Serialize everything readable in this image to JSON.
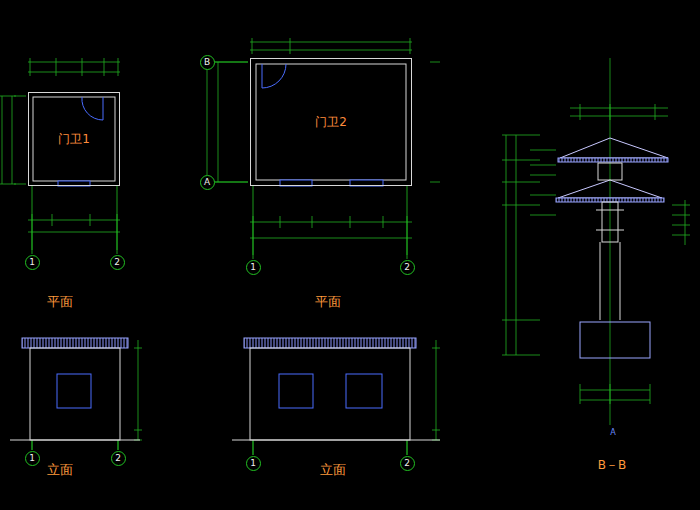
{
  "diagram": {
    "nodes": [
      {
        "text": [
          "门卫1"
        ]
      },
      {
        "text": [
          "1"
        ]
      },
      {
        "text": [
          "2"
        ]
      },
      {
        "text": [
          "门卫2"
        ]
      },
      {
        "text": [
          "B"
        ]
      },
      {
        "text": [
          "A"
        ]
      },
      {
        "text": [
          "1"
        ]
      },
      {
        "text": [
          "2"
        ]
      },
      {
        "text": [
          "1"
        ]
      },
      {
        "text": [
          "2"
        ]
      },
      {
        "text": [
          "1"
        ]
      },
      {
        "text": [
          "2"
        ]
      }
    ],
    "labels": [
      "平面",
      "平面",
      "立面",
      "立面",
      "B－B",
      "A"
    ]
  }
}
